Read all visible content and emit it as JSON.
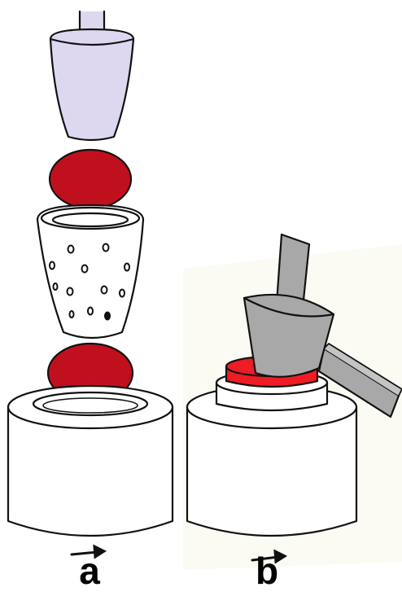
{
  "panels": [
    {
      "id": "a",
      "label": "a"
    },
    {
      "id": "b",
      "label": "b"
    }
  ],
  "colors": {
    "outline": "#111111",
    "plunger": "#ddd8f0",
    "sample": "#c0101e",
    "sample_ring": "#ee1c24",
    "die": "#ffffff",
    "pellet_press": "#a8a8a8",
    "stage_shadow": "#f7f4e6"
  },
  "icons": {
    "rotation_arrow": "right-arrow-icon"
  }
}
